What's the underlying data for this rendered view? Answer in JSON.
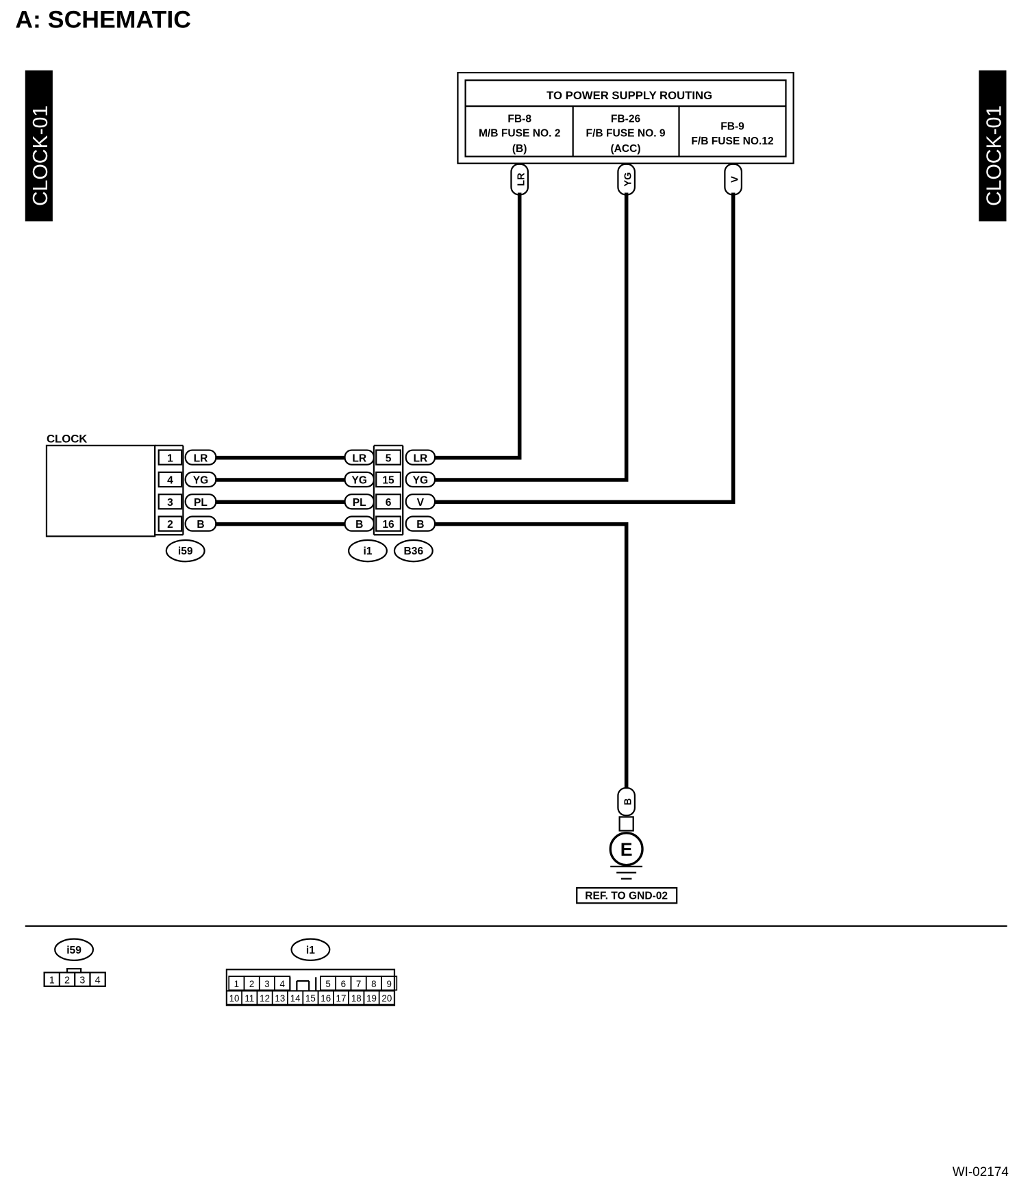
{
  "section_title": "A:  SCHEMATIC",
  "side_tabs": {
    "left": "CLOCK-01",
    "right": "CLOCK-01"
  },
  "power_box": {
    "header": "TO POWER SUPPLY ROUTING",
    "cells": [
      {
        "line1": "FB-8",
        "line2": "M/B FUSE NO. 2",
        "line3": "(B)",
        "wire": "LR"
      },
      {
        "line1": "FB-26",
        "line2": "F/B FUSE NO. 9",
        "line3": "(ACC)",
        "wire": "YG"
      },
      {
        "line1": "FB-9",
        "line2": "F/B FUSE NO.12",
        "line3": "",
        "wire": "V"
      }
    ]
  },
  "clock": {
    "label": "CLOCK",
    "connector": "i59"
  },
  "middle_connectors": {
    "left_id": "i1",
    "right_id": "B36"
  },
  "harness": [
    {
      "clock_pin": "1",
      "clock_wire": "LR",
      "i1_wire": "LR",
      "b36_pin": "5",
      "b36_wire": "LR"
    },
    {
      "clock_pin": "4",
      "clock_wire": "YG",
      "i1_wire": "YG",
      "b36_pin": "15",
      "b36_wire": "YG"
    },
    {
      "clock_pin": "3",
      "clock_wire": "PL",
      "i1_wire": "PL",
      "b36_pin": "6",
      "b36_wire": "V"
    },
    {
      "clock_pin": "2",
      "clock_wire": "B",
      "i1_wire": "B",
      "b36_pin": "16",
      "b36_wire": "B"
    }
  ],
  "ground": {
    "wire": "B",
    "symbol": "E",
    "ref": "REF. TO GND-02"
  },
  "connector_views": {
    "i59": {
      "label": "i59",
      "pins": [
        "1",
        "2",
        "3",
        "4"
      ]
    },
    "i1": {
      "label": "i1",
      "top_pins": [
        "1",
        "2",
        "3",
        "4",
        "5",
        "6",
        "7",
        "8",
        "9"
      ],
      "bottom_pins": [
        "10",
        "11",
        "12",
        "13",
        "14",
        "15",
        "16",
        "17",
        "18",
        "19",
        "20"
      ]
    }
  },
  "figure_id": "WI-02174"
}
